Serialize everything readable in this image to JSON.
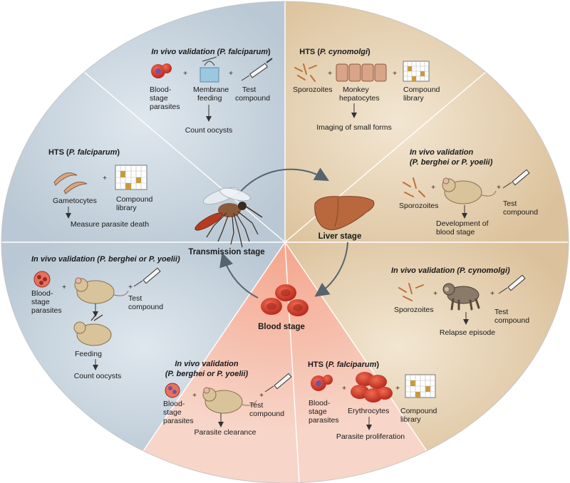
{
  "center": {
    "transmission_stage": "Transmission stage",
    "liver_stage": "Liver stage",
    "blood_stage": "Blood stage"
  },
  "sectors": {
    "tr_invivo_pf": {
      "title_italic": "In vivo validation (",
      "title_species": "P. falciparum",
      "title_end": ")",
      "item1_line1": "Blood-",
      "item1_line2": "stage",
      "item1_line3": "parasites",
      "item2_line1": "Membrane",
      "item2_line2": "feeding",
      "item3_line1": "Test",
      "item3_line2": "compound",
      "result": "Count oocysts"
    },
    "lv_hts_pc": {
      "title_bold": "HTS (",
      "title_species": "P. cynomolgi",
      "title_end": ")",
      "item1": "Sporozoites",
      "item2_line1": "Monkey",
      "item2_line2": "hepatocytes",
      "item3_line1": "Compound",
      "item3_line2": "library",
      "result": "Imaging of small forms"
    },
    "tr_hts_pf": {
      "title_bold": "HTS (",
      "title_species": "P. falciparum",
      "title_end": ")",
      "item1": "Gametocytes",
      "item2_line1": "Compound",
      "item2_line2": "library",
      "result": "Measure parasite death"
    },
    "lv_invivo_pb": {
      "title_line1": "In vivo validation",
      "title_line2": "(P. berghei or P. yoelii)",
      "item1": "Sporozoites",
      "item2_line1": "Test",
      "item2_line2": "compound",
      "result_line1": "Development of",
      "result_line2": "blood stage"
    },
    "tr_invivo_pb": {
      "title": "In vivo validation (P. berghei or P. yoelii)",
      "item1_line1": "Blood-",
      "item1_line2": "stage",
      "item1_line3": "parasites",
      "item2_line1": "Test",
      "item2_line2": "compound",
      "middle": "Feeding",
      "result": "Count oocysts"
    },
    "lv_invivo_pc": {
      "title": "In vivo validation (P. cynomolgi)",
      "item1": "Sporozoites",
      "item2_line1": "Test",
      "item2_line2": "compound",
      "result": "Relapse episode"
    },
    "bl_invivo_pb": {
      "title_line1": "In vivo validation",
      "title_line2": "(P. berghei or P. yoelii)",
      "item1_line1": "Blood-",
      "item1_line2": "stage",
      "item1_line3": "parasites",
      "item2_line1": "Test",
      "item2_line2": "compound",
      "result": "Parasite clearance"
    },
    "bl_hts_pf": {
      "title_bold": "HTS (",
      "title_species": "P. falciparum",
      "title_end": ")",
      "item1_line1": "Blood-",
      "item1_line2": "stage",
      "item1_line3": "parasites",
      "item2": "Erythrocytes",
      "item3_line1": "Compound",
      "item3_line2": "library",
      "result": "Parasite proliferation"
    }
  },
  "plus_sign": "+",
  "colors": {
    "transmission": "#c9d5df",
    "liver": "#e4cfb0",
    "blood": "#eda48e",
    "rbc": "#cc3a26",
    "mouse": "#d9c39a",
    "divider": "#ffffff"
  },
  "icons": {
    "mosquito": "mosquito-icon",
    "liver": "liver-icon",
    "rbc": "red-blood-cell-icon",
    "mouse": "mouse-icon",
    "monkey": "monkey-icon",
    "syringe": "syringe-icon",
    "compound_library": "compound-library-grid-icon",
    "sporozoites": "sporozoites-icon",
    "gametocytes": "gametocytes-icon",
    "hepatocytes": "hepatocytes-icon",
    "membrane_feeder": "membrane-feeder-icon"
  }
}
